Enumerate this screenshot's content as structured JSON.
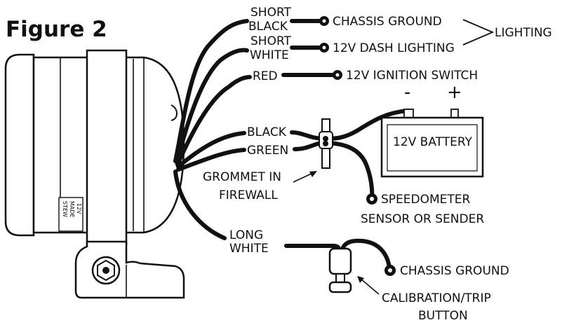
{
  "figure_title": "Figure 2",
  "wire_labels": {
    "short_black_1": "SHORT",
    "short_black_2": "BLACK",
    "short_white_1": "SHORT",
    "short_white_2": "WHITE",
    "red": "RED",
    "black": "BLACK",
    "green": "GREEN",
    "long_white_1": "LONG",
    "long_white_2": "WHITE"
  },
  "terminals": {
    "chassis_ground_top": "CHASSIS GROUND",
    "dash_lighting": "12V DASH LIGHTING",
    "lighting_group": "LIGHTING",
    "ignition": "12V IGNITION SWITCH",
    "speedometer_1": "SPEEDOMETER",
    "speedometer_2": "SENSOR OR SENDER",
    "chassis_ground_bottom": "CHASSIS GROUND"
  },
  "battery": {
    "label": "12V BATTERY",
    "negative": "-",
    "positive": "+"
  },
  "grommet": {
    "line1": "GROMMET IN",
    "line2": "FIREWALL"
  },
  "calibration": {
    "line1": "CALIBRATION/TRIP",
    "line2": "BUTTON"
  },
  "gauge_side_text": [
    "12V",
    "MADE",
    "STEW"
  ]
}
